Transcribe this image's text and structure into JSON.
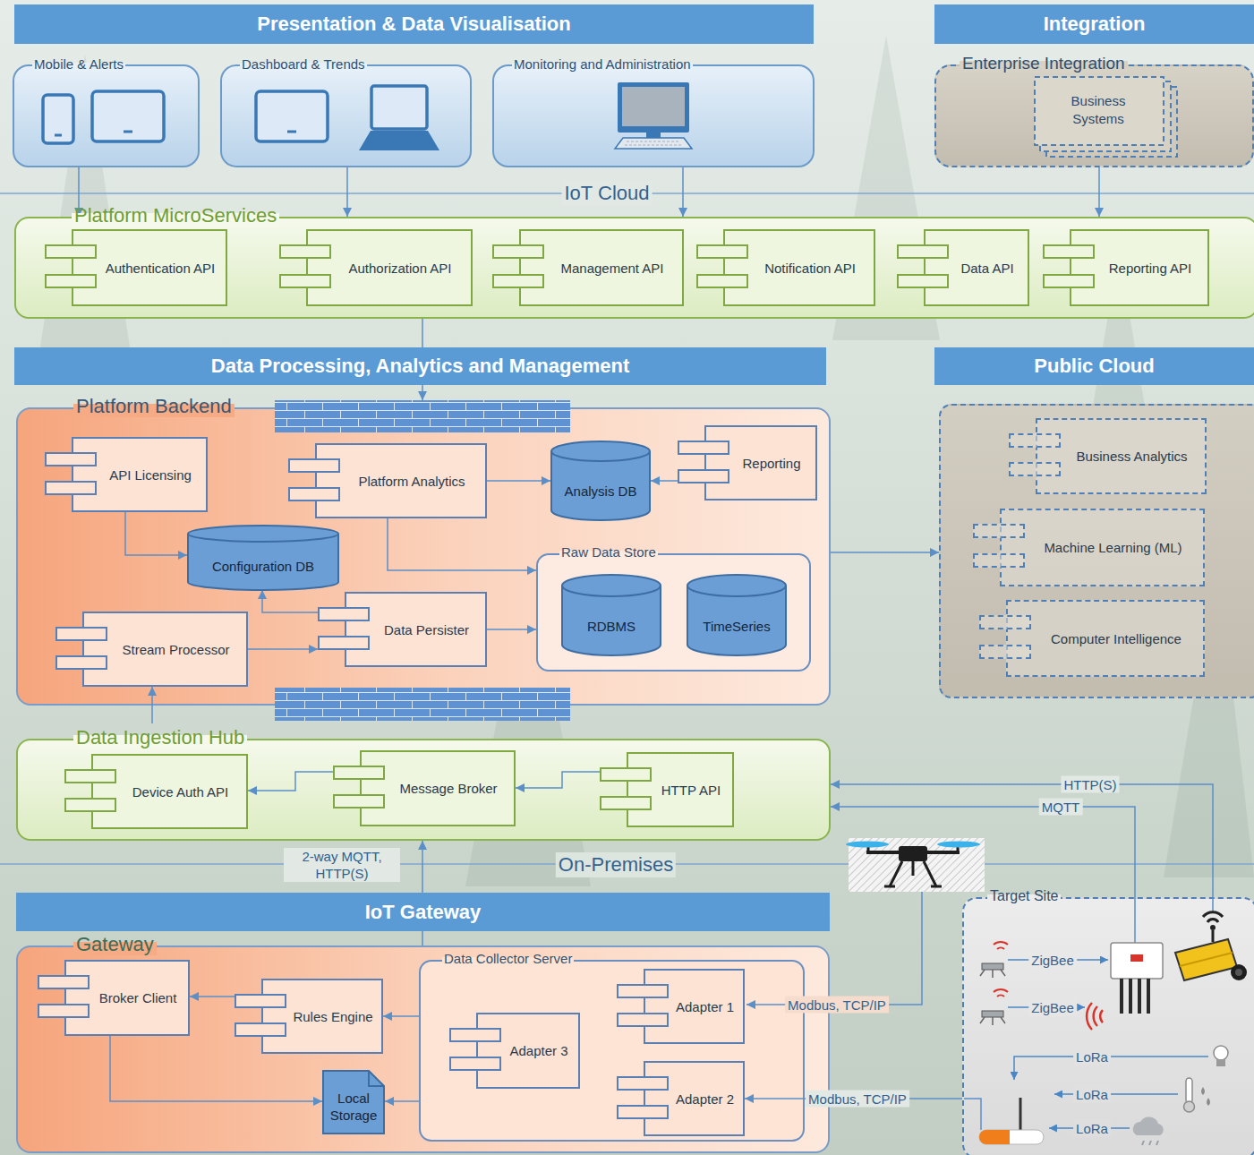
{
  "diagram": {
    "nodes": [
      {
        "text": [
          "Presentation & Data Visualisation"
        ]
      },
      {
        "text": [
          "Integration"
        ]
      },
      {
        "text": [
          "Mobile & Alerts"
        ]
      },
      {
        "text": [
          "Dashboard & Trends"
        ]
      },
      {
        "text": [
          "Monitoring and Administration"
        ]
      },
      {
        "text": [
          "Enterprise Integration"
        ]
      },
      {
        "text": [
          "Business Systems"
        ],
        "in": 5
      },
      {
        "text": [
          "Platform MicroServices"
        ]
      },
      {
        "text": [
          "Authentication API"
        ],
        "in": 7
      },
      {
        "text": [
          "Authorization API"
        ],
        "in": 7
      },
      {
        "text": [
          "Management API"
        ],
        "in": 7
      },
      {
        "text": [
          "Notification API"
        ],
        "in": 7
      },
      {
        "text": [
          "Data API"
        ],
        "in": 7
      },
      {
        "text": [
          "Reporting API"
        ],
        "in": 7
      },
      {
        "text": [
          "Data Processing, Analytics and Management"
        ]
      },
      {
        "text": [
          "Public Cloud"
        ]
      },
      {
        "text": [
          "Platform Backend"
        ]
      },
      {
        "text": [
          "API Licensing"
        ],
        "in": 16
      },
      {
        "text": [
          "Platform Analytics"
        ],
        "in": 16
      },
      {
        "text": [
          "Analysis DB"
        ],
        "in": 16
      },
      {
        "text": [
          "Reporting"
        ],
        "in": 16
      },
      {
        "text": [
          "Configuration DB"
        ],
        "in": 16
      },
      {
        "text": [
          "Raw Data Store"
        ],
        "in": 16
      },
      {
        "text": [
          "RDBMS"
        ],
        "in": 22
      },
      {
        "text": [
          "TimeSeries"
        ],
        "in": 22
      },
      {
        "text": [
          "Stream Processor"
        ],
        "in": 16
      },
      {
        "text": [
          "Data Persister"
        ],
        "in": 16
      },
      {
        "text": [
          "Business Analytics"
        ],
        "in": 15
      },
      {
        "text": [
          "Machine Learning (ML)"
        ],
        "in": 15
      },
      {
        "text": [
          "Computer Intelligence"
        ],
        "in": 15
      },
      {
        "text": [
          "Data Ingestion Hub"
        ]
      },
      {
        "text": [
          "Device Auth API"
        ],
        "in": 30
      },
      {
        "text": [
          "Message Broker"
        ],
        "in": 30
      },
      {
        "text": [
          "HTTP API"
        ],
        "in": 30
      },
      {
        "text": [
          "IoT Gateway"
        ]
      },
      {
        "text": [
          "Gateway"
        ]
      },
      {
        "text": [
          "Broker Client"
        ],
        "in": 35
      },
      {
        "text": [
          "Rules Engine"
        ],
        "in": 35
      },
      {
        "text": [
          "Local Storage"
        ],
        "in": 35
      },
      {
        "text": [
          "Data Collector Server"
        ],
        "in": 35
      },
      {
        "text": [
          "Adapter 1"
        ],
        "in": 39
      },
      {
        "text": [
          "Adapter 3"
        ],
        "in": 39
      },
      {
        "text": [
          "Adapter 2"
        ],
        "in": 39
      },
      {
        "text": [
          "Target Site"
        ]
      }
    ],
    "edges": [
      {
        "from": 2,
        "to": 7,
        "arrow": "to"
      },
      {
        "from": 3,
        "to": 7,
        "arrow": "to"
      },
      {
        "from": 4,
        "to": 7,
        "arrow": "to"
      },
      {
        "from": 5,
        "to": 7,
        "arrow": "to"
      },
      {
        "from": 7,
        "to": 16,
        "arrow": "to"
      },
      {
        "from": 17,
        "to": 21,
        "arrow": "to"
      },
      {
        "from": 18,
        "to": 19,
        "arrow": "to"
      },
      {
        "from": 20,
        "to": 19,
        "arrow": "to"
      },
      {
        "from": 18,
        "to": 22,
        "arrow": "to"
      },
      {
        "from": 26,
        "to": 21,
        "arrow": "to"
      },
      {
        "from": 25,
        "to": 26,
        "arrow": "to"
      },
      {
        "from": 26,
        "to": 22,
        "arrow": "to"
      },
      {
        "from": 16,
        "to": 15,
        "arrow": "to"
      },
      {
        "from": 30,
        "to": 25,
        "arrow": "to"
      },
      {
        "from": 33,
        "to": 32,
        "arrow": "to"
      },
      {
        "from": 32,
        "to": 31,
        "arrow": "to"
      },
      {
        "from": 35,
        "to": 30,
        "arrow": "to",
        "label": "2-way MQTT, HTTP(S)"
      },
      {
        "from": 39,
        "to": 37,
        "arrow": "to"
      },
      {
        "from": 37,
        "to": 36,
        "arrow": "to"
      },
      {
        "from": 36,
        "to": 38,
        "arrow": "to"
      },
      {
        "from": 39,
        "to": 38,
        "arrow": "to"
      },
      {
        "from": 43,
        "to": 30,
        "arrow": "to",
        "label": "HTTP(S)"
      },
      {
        "from": 43,
        "to": 30,
        "arrow": "to",
        "label": "MQTT"
      },
      {
        "from": 43,
        "to": 42,
        "arrow": "to",
        "label": "Modbus, TCP/IP"
      }
    ],
    "labels": [
      "IoT Cloud",
      "On-Premises",
      "Modbus, TCP/IP",
      "ZigBee",
      "ZigBee",
      "LoRa",
      "LoRa",
      "LoRa"
    ]
  }
}
